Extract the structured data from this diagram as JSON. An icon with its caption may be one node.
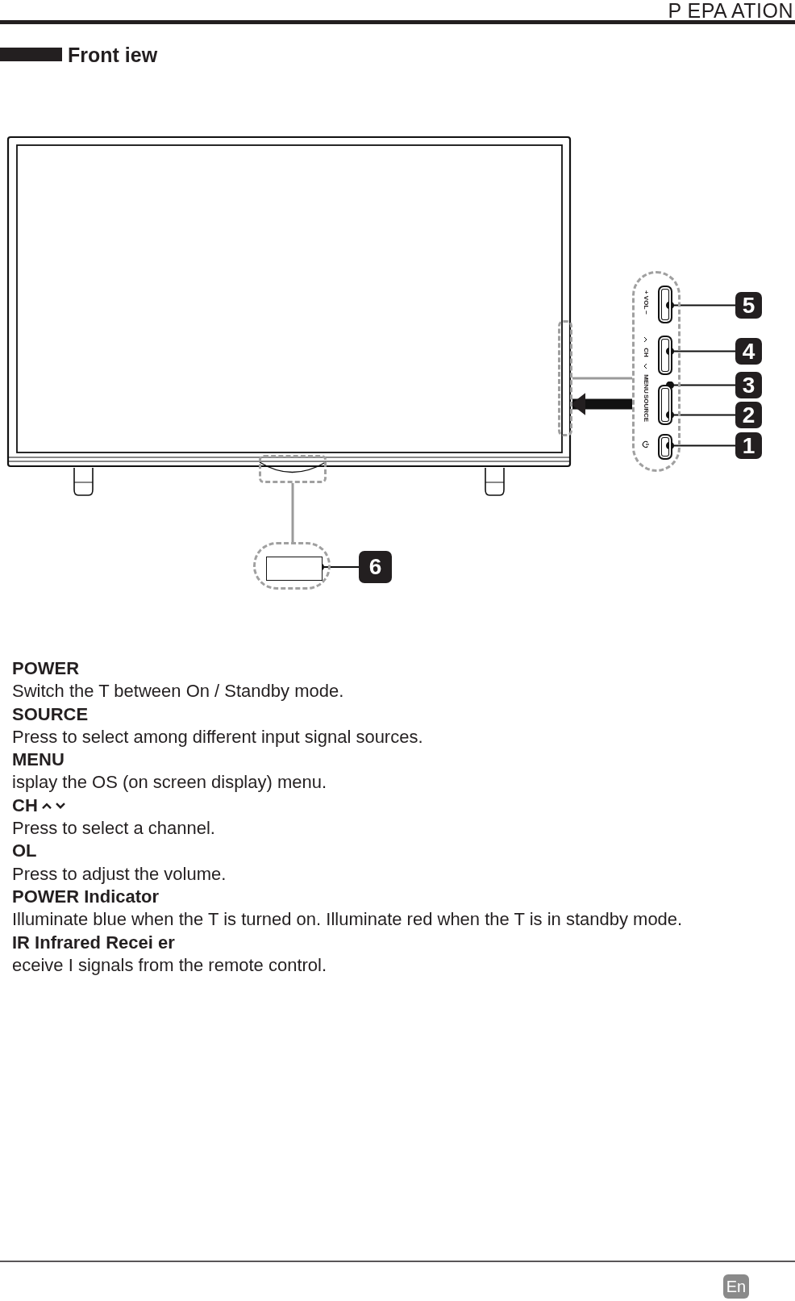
{
  "diagram": {
    "title": "Front iew",
    "nodes": [
      {
        "text": [],
        "shape": "box"
      },
      {
        "text": [],
        "shape": "box"
      },
      {
        "text": [],
        "shape": "box"
      },
      {
        "text": [],
        "shape": "box",
        "in": 2
      },
      {
        "text": [],
        "shape": "box",
        "in": 2
      },
      {
        "text": [],
        "shape": "box",
        "in": 2
      },
      {
        "text": [],
        "shape": "box",
        "in": 2
      },
      {
        "text": [],
        "shape": "box"
      },
      {
        "text": [],
        "shape": "box",
        "in": 7
      },
      {
        "text": [
          "5"
        ]
      },
      {
        "text": [
          "4"
        ]
      },
      {
        "text": [
          "3"
        ]
      },
      {
        "text": [
          "2"
        ]
      },
      {
        "text": [
          "1"
        ]
      },
      {
        "text": [
          "6"
        ]
      },
      {
        "text": [],
        "shape": "bar"
      }
    ],
    "edges": [
      {
        "from": 0,
        "to": 2,
        "arrow": "none",
        "color": "#9a9a9a"
      },
      {
        "from": 1,
        "to": 7,
        "arrow": "none",
        "color": "#9a9a9a"
      },
      {
        "from": 9,
        "to": 3,
        "arrow": "other"
      },
      {
        "from": 10,
        "to": 4,
        "arrow": "other"
      },
      {
        "from": 11,
        "to": 5,
        "arrow": "other"
      },
      {
        "from": 12,
        "to": 5,
        "arrow": "other"
      },
      {
        "from": 13,
        "to": 6,
        "arrow": "other"
      },
      {
        "from": 14,
        "to": 8,
        "arrow": "other"
      },
      {
        "from": 2,
        "to": 0,
        "arrow": "to",
        "style": "thick"
      }
    ],
    "labels": [
      "P EPA ATION",
      "+ VOL −",
      "CH",
      "MENU",
      "SOURCE",
      "POWER",
      "Switch the T between On / Standby mode.",
      "SOURCE",
      "Press to select among different input signal sources.",
      "MENU",
      "isplay the OS (on screen display) menu.",
      "CH",
      "Press to select a channel.",
      "OL",
      "Press to adjust the volume.",
      "POWER Indicator",
      "Illuminate blue when the T is turned on. Illuminate red when the T is in standby mode.",
      "IR Infrared Recei er",
      "eceive I signals from the remote control.",
      "En"
    ]
  }
}
